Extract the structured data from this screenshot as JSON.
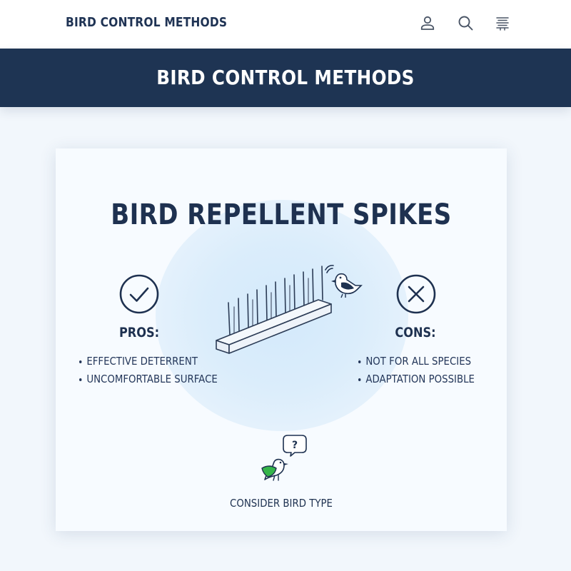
{
  "header": {
    "brand": "BIRD CONTROL METHODS",
    "icons": [
      "user-icon",
      "search-icon",
      "menu-icon"
    ]
  },
  "banner": {
    "title": "BIRD CONTROL METHODS"
  },
  "card": {
    "title": "BIRD REPELLENT SPIKES",
    "pros": {
      "heading": "PROS:",
      "icon": "check-circle-icon",
      "items": [
        "EFFECTIVE DETERRENT",
        "UNCOMFORTABLE SURFACE"
      ]
    },
    "cons": {
      "heading": "CONS:",
      "icon": "x-circle-icon",
      "items": [
        "NOT FOR ALL SPECIES",
        "ADAPTATION POSSIBLE"
      ]
    },
    "illustration": "bird-spike-strip-illustration",
    "consider": {
      "label": "CONSIDER BIRD TYPE",
      "icon": "question-bird-icon"
    }
  },
  "colors": {
    "navy": "#1e3453",
    "background": "#f2f7fc",
    "card": "#f7fbff",
    "accent_green": "#35b54a"
  }
}
